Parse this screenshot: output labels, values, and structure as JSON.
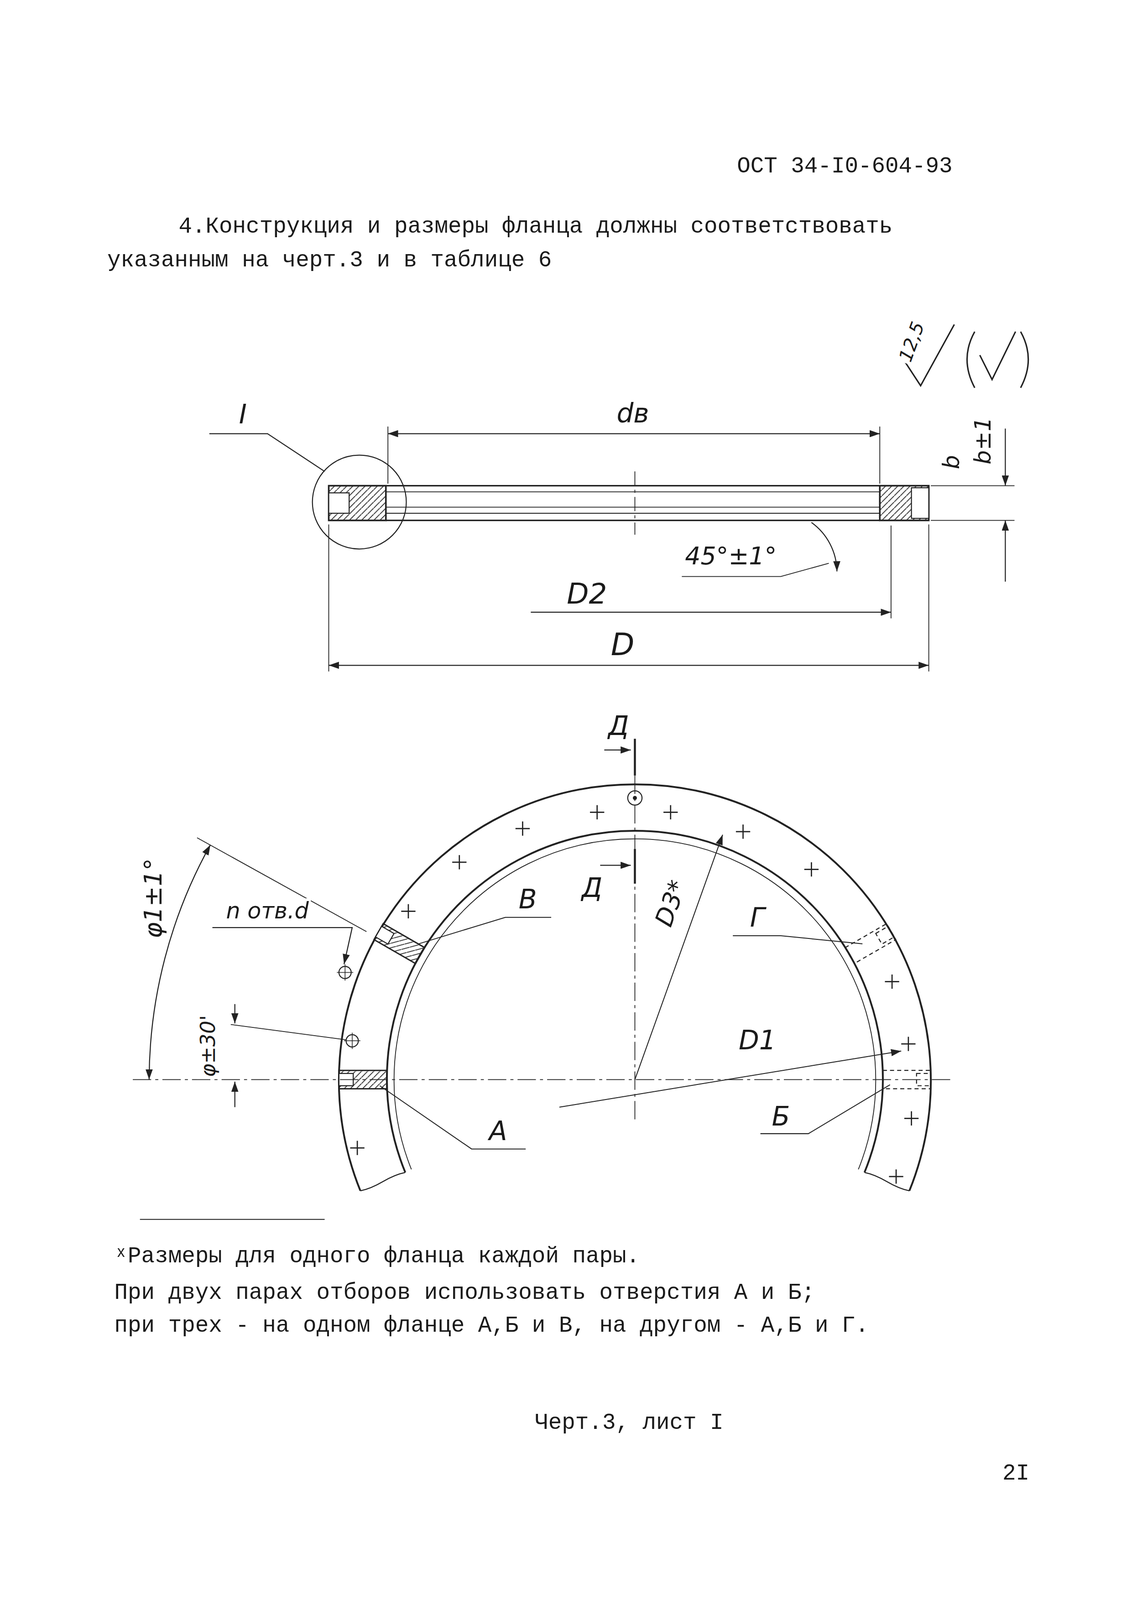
{
  "diagram": {
    "caption": "Черт.3, лист I",
    "labels": [
      "ОСТ 34-I0-604-93",
      "4.Конструкция и размеры фланца должны соответствовать указанным на черт.3 и в таблице 6",
      "12,5",
      "dв",
      "I",
      "b±1",
      "b",
      "45°±1°",
      "D2",
      "D",
      "Д",
      "Д",
      "В",
      "Г",
      "D3*",
      "D1",
      "А",
      "Б",
      "n отв.d",
      "φ1±1°",
      "φ±30'",
      "ˣРазмеры для одного фланца каждой пары.",
      "При двух парах отборов использовать отверстия А и Б;",
      "при трех - на одном фланце А,Б и В, на другом - А,Б и Г.",
      "2I"
    ]
  }
}
